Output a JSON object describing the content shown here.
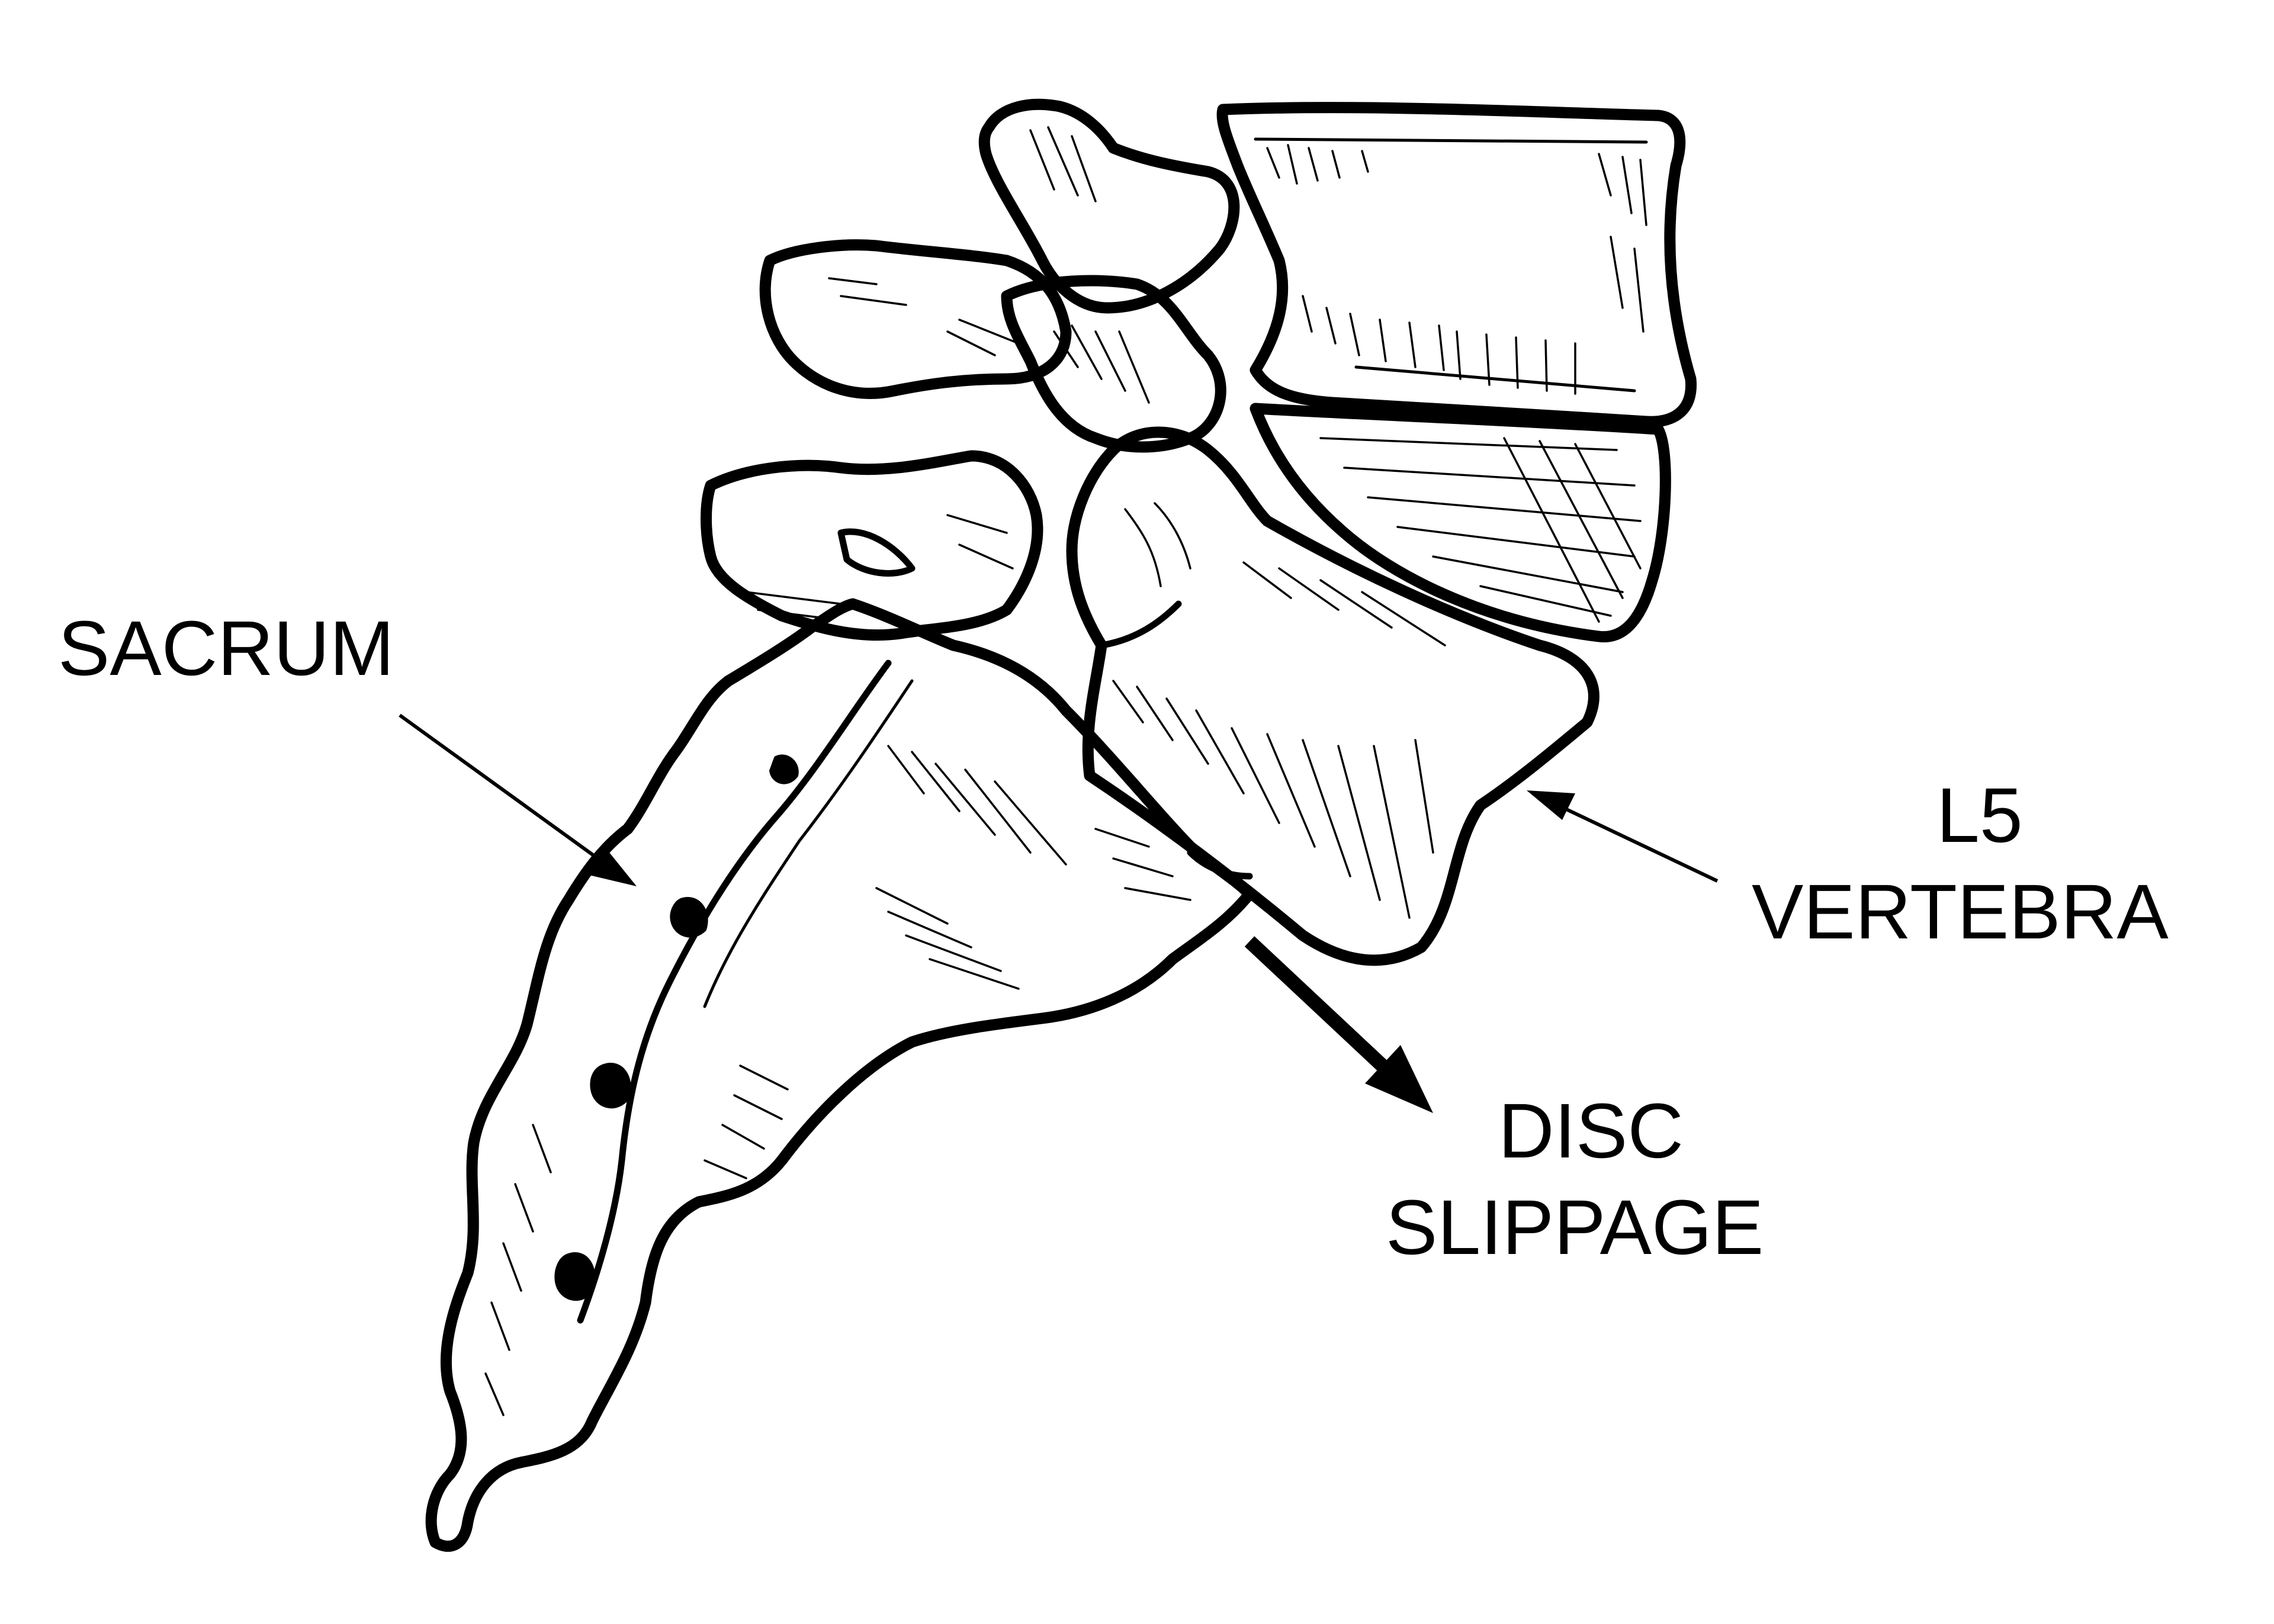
{
  "diagram": {
    "labels": {
      "sacrum": "SACRUM",
      "l5_line1": "L5",
      "l5_line2": "VERTEBRA",
      "disc_line1": "DISC",
      "disc_line2": "SLIPPAGE"
    },
    "ink_color": "#000000",
    "background_color": "#ffffff"
  }
}
